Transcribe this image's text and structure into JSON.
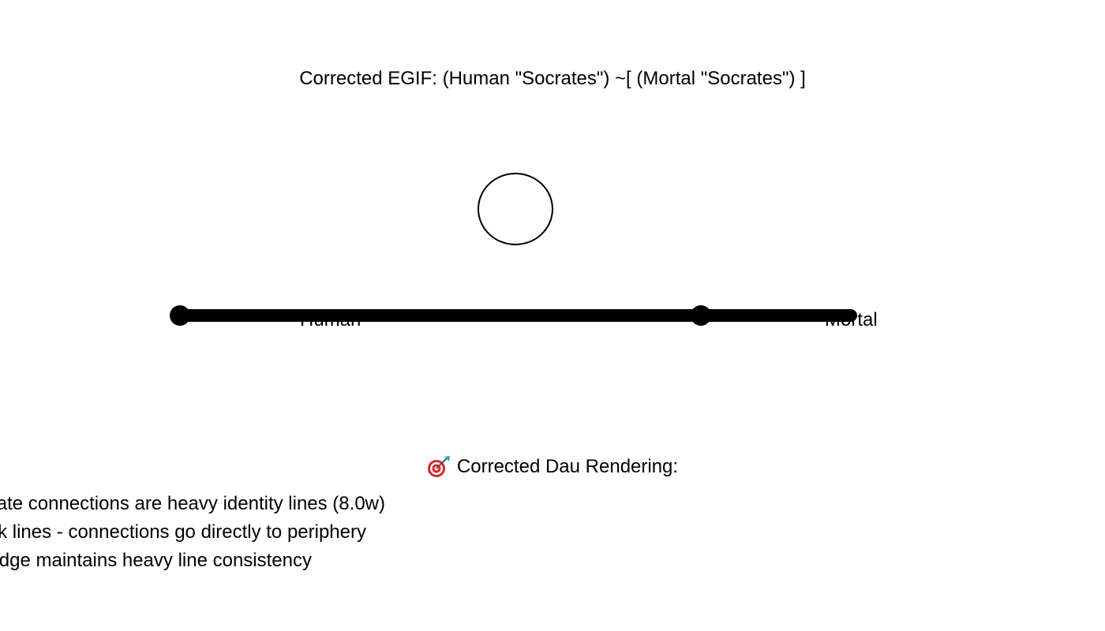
{
  "title": "Corrected EGIF: (Human \"Socrates\") ~[ (Mortal \"Socrates\") ]",
  "predicates": [
    "Human",
    "Mortal"
  ],
  "caption": {
    "heading": "Corrected Dau Rendering:",
    "heading_icon": "target-dart-icon",
    "lines": [
      "ate connections are heavy identity lines (8.0w)",
      "k lines - connections go directly to periphery",
      "dge maintains heavy line consistency"
    ]
  },
  "colors": {
    "background": "#ffffff",
    "ink": "#000000",
    "target_red": "#d9252b"
  }
}
